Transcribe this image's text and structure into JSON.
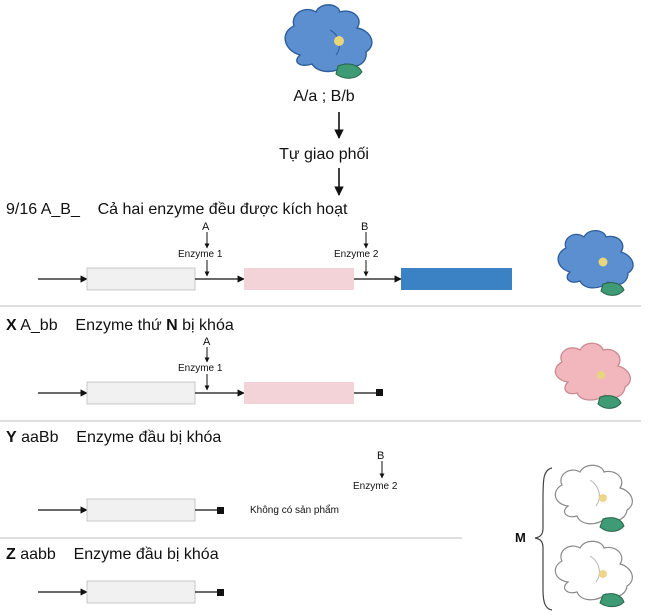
{
  "top": {
    "genotype": "A/a ; B/b",
    "process": "Tự giao phối"
  },
  "rows": [
    {
      "ratio": "9/16 A_B_",
      "desc": "Cả hai enzyme đều được kích hoạt",
      "allele1": "A",
      "enzyme1": "Enzyme 1",
      "allele2": "B",
      "enzyme2": "Enzyme 2"
    },
    {
      "letter": "X",
      "genotype": "A_bb",
      "desc_pre": "Enzyme thứ",
      "desc_bold": "N",
      "desc_post": "bị khóa",
      "allele1": "A",
      "enzyme1": "Enzyme 1"
    },
    {
      "letter": "Y",
      "genotype": "aaBb",
      "desc": "Enzyme đầu bị khóa",
      "allele2": "B",
      "enzyme2": "Enzyme 2",
      "no_product": "Không có sản phẩm"
    },
    {
      "letter": "Z",
      "genotype": "aabb",
      "desc": "Enzyme đầu bị khóa"
    }
  ],
  "bracket_label": "M",
  "colors": {
    "blue_flower": "#5b8fd0",
    "product_pink": "#f4d3d8",
    "product_blue": "#3a82c4",
    "substrate": "#f1f1f1",
    "pink_flower": "#f2b7bd"
  }
}
